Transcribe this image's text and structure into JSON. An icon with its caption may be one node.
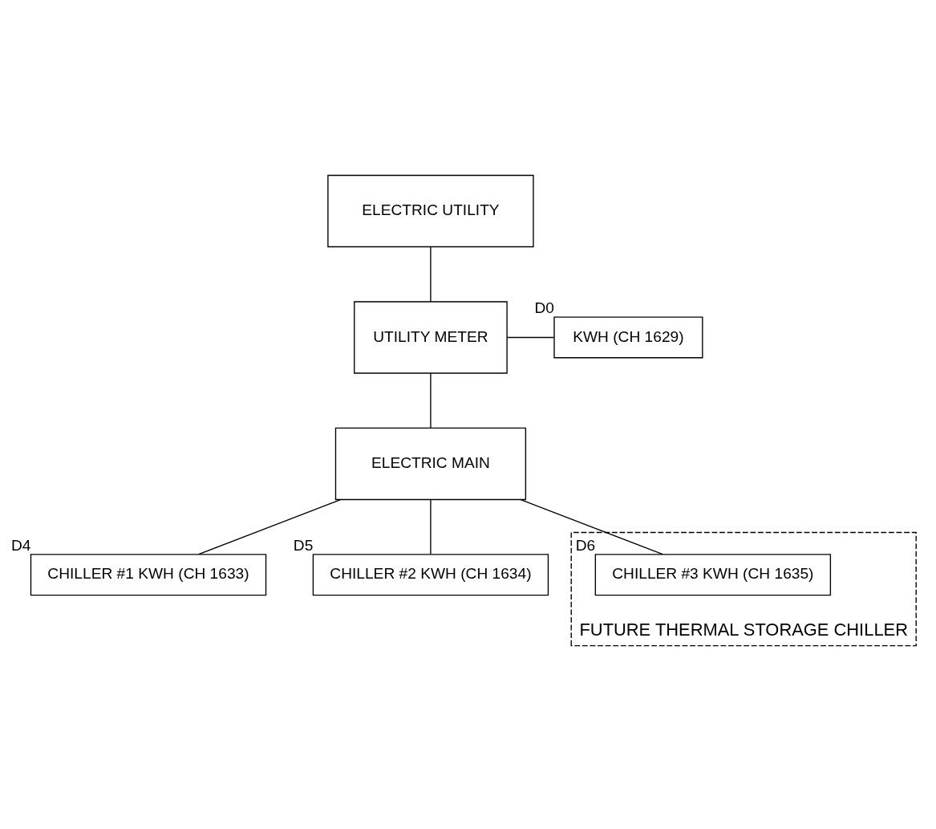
{
  "diagram": {
    "nodes": [
      {
        "text": [
          "ELECTRIC UTILITY"
        ]
      },
      {
        "text": [
          "UTILITY METER"
        ]
      },
      {
        "text": [
          "KWH (CH 1629)"
        ],
        "beside": [
          "D0"
        ]
      },
      {
        "text": [
          "ELECTRIC MAIN"
        ]
      },
      {
        "text": [
          "CHILLER #1 KWH (CH 1633)"
        ],
        "beside": [
          "D4"
        ]
      },
      {
        "text": [
          "CHILLER #2 KWH (CH 1634)"
        ],
        "beside": [
          "D5"
        ]
      },
      {
        "text": [
          "FUTURE THERMAL STORAGE CHILLER"
        ]
      },
      {
        "text": [
          "CHILLER #3 KWH (CH 1635)"
        ],
        "beside": [
          "D6"
        ],
        "in": 6
      }
    ],
    "edges": [
      {
        "from": 0,
        "to": 1,
        "arrow": "none"
      },
      {
        "from": 1,
        "to": 2,
        "arrow": "none"
      },
      {
        "from": 1,
        "to": 3,
        "arrow": "none"
      },
      {
        "from": 3,
        "to": 4,
        "arrow": "none"
      },
      {
        "from": 3,
        "to": 5,
        "arrow": "none"
      },
      {
        "from": 3,
        "to": 7,
        "arrow": "none"
      }
    ]
  }
}
